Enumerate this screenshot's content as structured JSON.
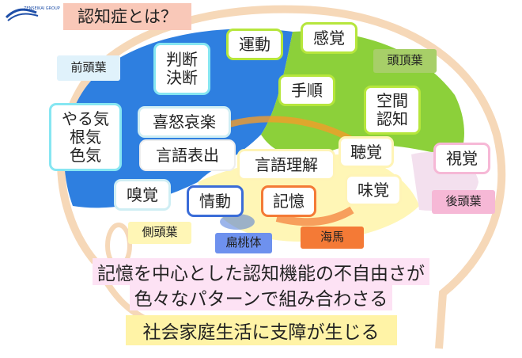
{
  "title": "認知症とは？",
  "logo": {
    "text": "ZENSEIKAI GROUP"
  },
  "regions": {
    "frontal": "前頭葉",
    "parietal": "頭頂葉",
    "temporal": "側頭葉",
    "occipital": "後頭葉",
    "amygdala": "扁桃体",
    "hippocampus": "海馬"
  },
  "functions": {
    "judgment": "判断\n決断",
    "movement": "運動",
    "sensation": "感覚",
    "procedure": "手順",
    "spatial": "空間\n認知",
    "motivation": "やる気\n根気\n色気",
    "emotions": "喜怒哀楽",
    "speech": "言語表出",
    "language": "言語理解",
    "hearing": "聴覚",
    "vision": "視覚",
    "smell": "嗅覚",
    "affect": "情動",
    "memory": "記憶",
    "taste": "味覚"
  },
  "messages": {
    "line1": "記憶を中心とした認知機能の不自由さが",
    "line2": "色々なパターンで組み合わさる",
    "line3": "社会家庭生活に支障が生じる"
  },
  "colors": {
    "title_bg": "#f9c8b8",
    "frontal_lobe": "#2e7fe0",
    "parietal_lobe": "#8cd03a",
    "temporal_lobe": "#fff6b6",
    "occipital_lobe": "#f3e0ee",
    "amygdala": "#3a6cd8",
    "hippocampus": "#f47a36",
    "message_bg": "#fde2f4",
    "conclusion_bg": "#fff3a6"
  }
}
